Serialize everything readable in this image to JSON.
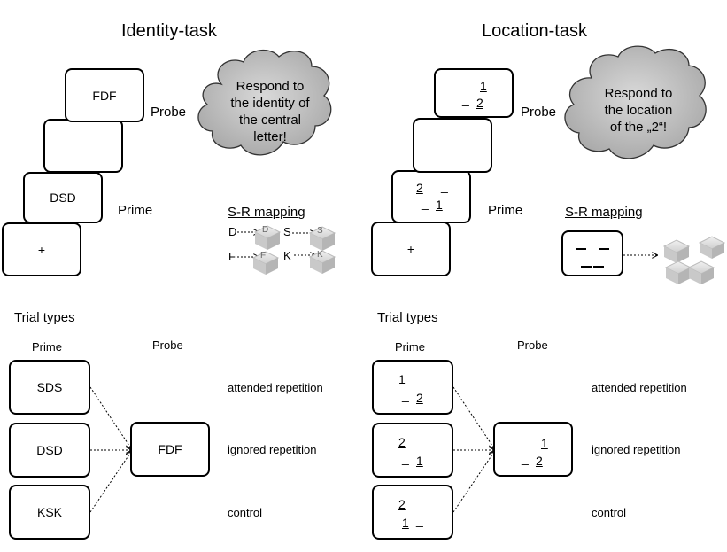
{
  "identity": {
    "title": "Identity-task",
    "probe_stim": "FDF",
    "probe_label": "Probe",
    "prime_stim": "DSD",
    "prime_label": "Prime",
    "fixation": "+",
    "cloud_lines": [
      "Respond to",
      "the identity of",
      "the central",
      "letter!"
    ],
    "sr_title": "S-R mapping",
    "sr_keys": [
      "D",
      "S",
      "F",
      "K"
    ],
    "sr_cubes": [
      "D",
      "S",
      "F",
      "K"
    ],
    "trial_types_title": "Trial types",
    "col_prime": "Prime",
    "col_probe": "Probe",
    "primes": [
      "SDS",
      "DSD",
      "KSK"
    ],
    "probe_box": "FDF",
    "conditions": [
      "attended repetition",
      "ignored repetition",
      "control"
    ]
  },
  "location": {
    "title": "Location-task",
    "probe_label": "Probe",
    "prime_label": "Prime",
    "fixation": "+",
    "cloud_lines": [
      "Respond to",
      "the location",
      "of the „2“!"
    ],
    "sr_title": "S-R mapping",
    "trial_types_title": "Trial types",
    "col_prime": "Prime",
    "col_probe": "Probe",
    "conditions": [
      "attended repetition",
      "ignored repetition",
      "control"
    ],
    "digit_one": "1",
    "digit_two": "2",
    "dash": "_"
  }
}
